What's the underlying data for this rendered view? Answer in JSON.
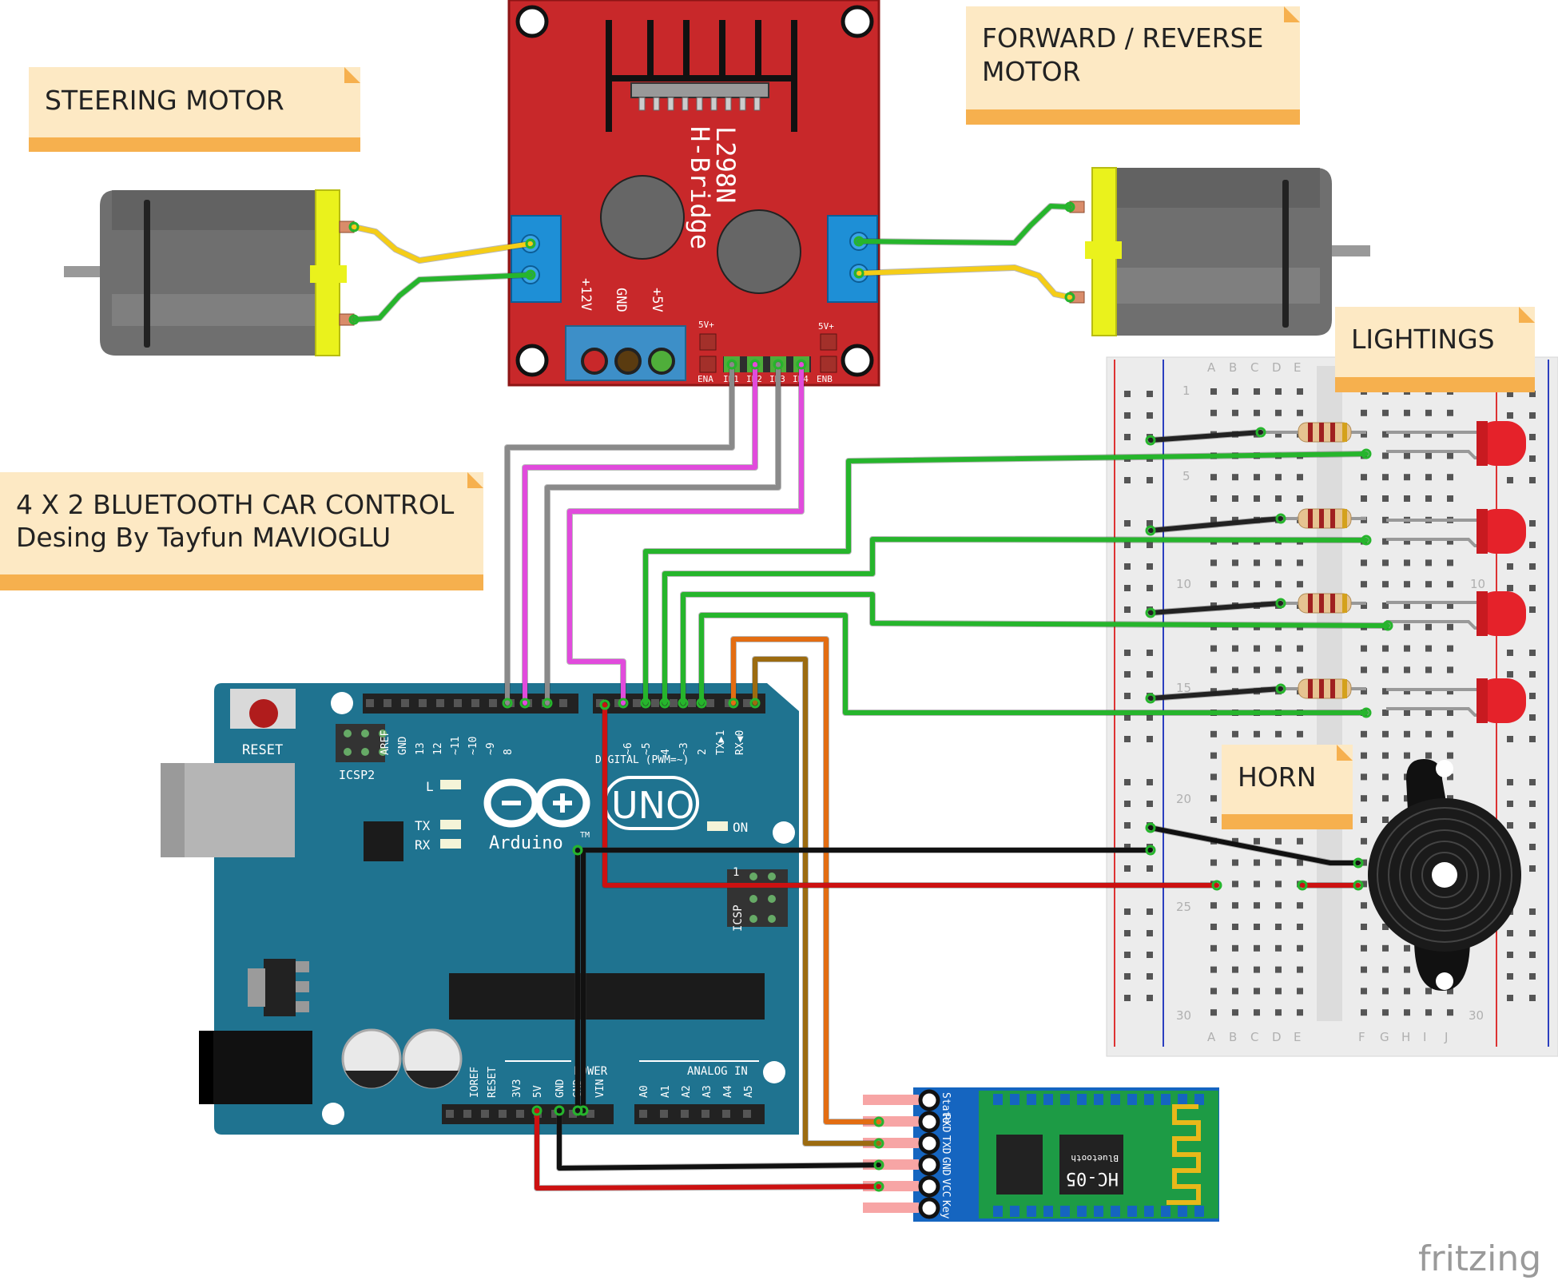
{
  "notes": {
    "steering": "STEERING MOTOR",
    "forward_line1": "FORWARD / REVERSE",
    "forward_line2": "MOTOR",
    "lightings": "LIGHTINGS",
    "horn": "HORN",
    "title_line1": "4 X  2 BLUETOOTH CAR CONTROL",
    "title_line2": "Desing By Tayfun MAVIOGLU"
  },
  "hbridge": {
    "name_line1": "L298N",
    "name_line2": "H-Bridge",
    "power_labels": [
      "+12V",
      "GND",
      "+5V"
    ],
    "ena": "ENA",
    "enb": "ENB",
    "pins": [
      "IN1",
      "IN2",
      "IN3",
      "IN4"
    ],
    "v5a": "5V+",
    "v5b": "5V+"
  },
  "arduino": {
    "reset": "RESET",
    "icsp2": "ICSP2",
    "icsp": "ICSP",
    "brand": "Arduino",
    "model": "UNO",
    "tm": "TM",
    "led_l": "L",
    "led_tx": "TX",
    "led_rx": "RX",
    "led_on": "ON",
    "digital": "DIGITAL (PWM=~)",
    "power": "POWER",
    "analog": "ANALOG IN",
    "icsp_one": "1",
    "top_pins": [
      "AREF",
      "GND",
      "13",
      "12",
      "~11",
      "~10",
      "~9",
      "8",
      "~6",
      "~5",
      "4",
      "~3",
      "2",
      "TX▶1",
      "RX◀0"
    ],
    "power_pins": [
      "IOREF",
      "RESET",
      "3V3",
      "5V",
      "GND",
      "GND",
      "VIN"
    ],
    "analog_pins": [
      "A0",
      "A1",
      "A2",
      "A3",
      "A4",
      "A5"
    ]
  },
  "bluetooth": {
    "model": "HC-05",
    "brand": "Bluetooth",
    "pins": [
      "State",
      "RXD",
      "TXD",
      "GND",
      "VCC",
      "Key"
    ]
  },
  "breadboard": {
    "cols_left": [
      "A",
      "B",
      "C",
      "D",
      "E"
    ],
    "cols_right": [
      "F",
      "G",
      "H",
      "I",
      "J"
    ],
    "rows": [
      "1",
      "5",
      "10",
      "15",
      "20",
      "25",
      "30"
    ]
  },
  "watermark": "fritzing",
  "colors": {
    "hbridge": "#c8282a",
    "arduino": "#1f7390",
    "bluetooth": "#1565c0",
    "note": "#fde9c4",
    "note_bar": "#f6b04e",
    "wire_green": "#26b52c",
    "wire_magenta": "#e14bdc",
    "wire_gray": "#8a8a8a",
    "wire_orange": "#e36d12",
    "wire_brown": "#9c6b10",
    "wire_red": "#cc1111",
    "wire_yellow": "#f5cd17",
    "led_red": "#e5222a"
  }
}
